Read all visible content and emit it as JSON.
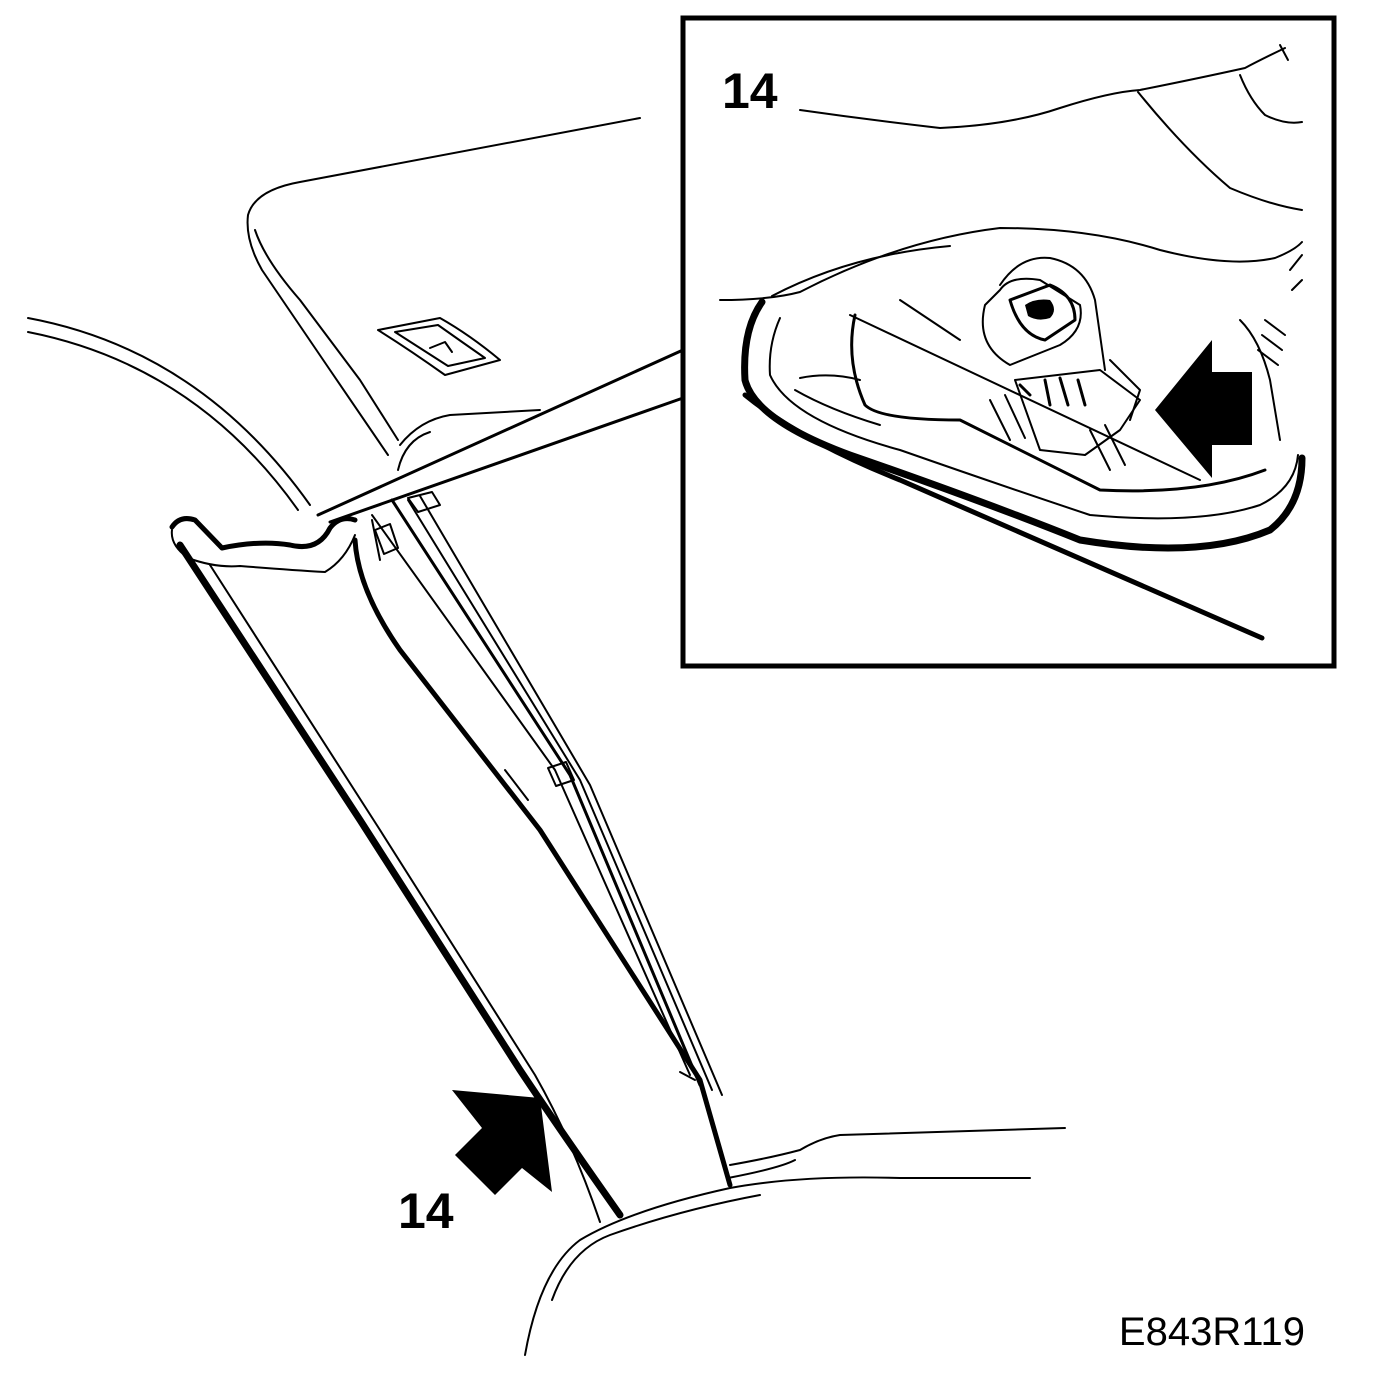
{
  "callouts": {
    "main_label": "14",
    "inset_label": "14"
  },
  "figure_code": "E843R119",
  "colors": {
    "ink": "#000000",
    "paper": "#ffffff"
  }
}
